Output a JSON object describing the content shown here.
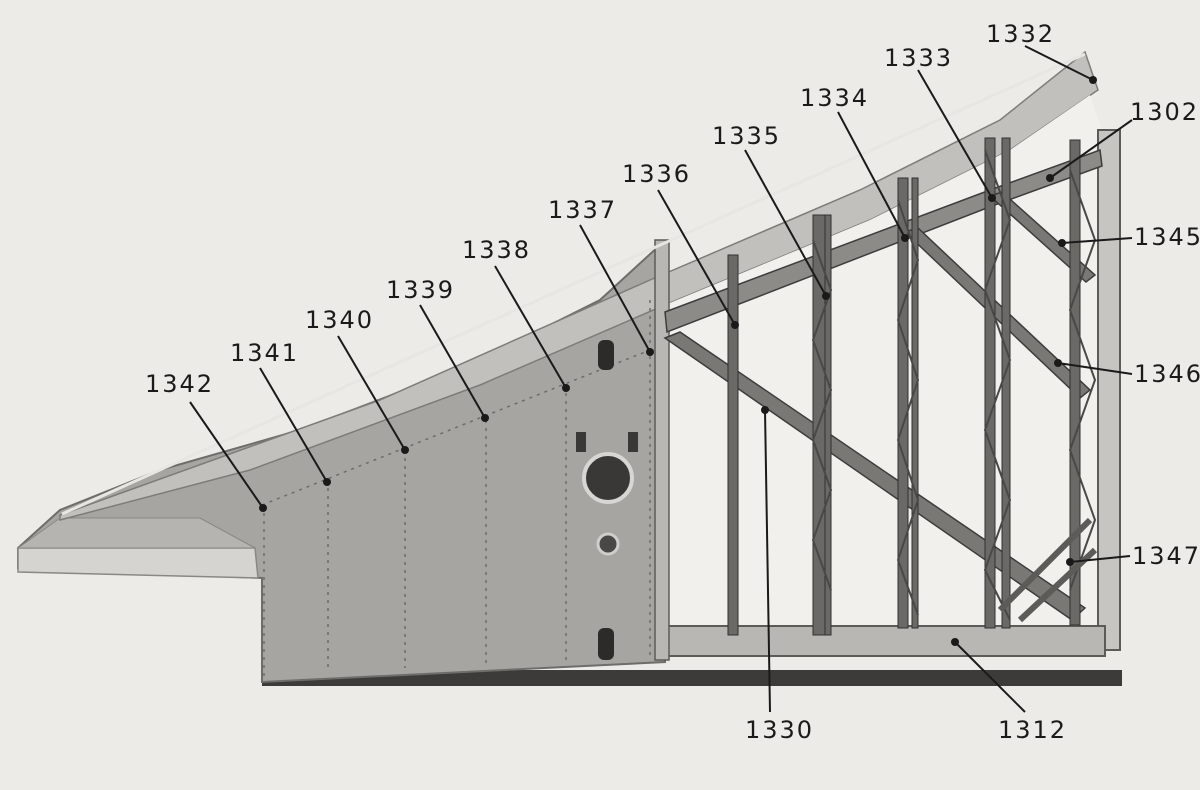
{
  "figure": {
    "subject": "aircraft wing panel, partly skinned, with internal frame",
    "colors": {
      "background": "#ecebe8",
      "skin": "#a7a5a2",
      "skin_dark": "#7e7c79",
      "frame": "#5d5b58",
      "leading_edge": "#c2c0bc",
      "ink": "#1a1a1a"
    }
  },
  "callouts": [
    {
      "id": "1332",
      "text": "1332"
    },
    {
      "id": "1333",
      "text": "1333"
    },
    {
      "id": "1334",
      "text": "1334"
    },
    {
      "id": "1302",
      "text": "1302"
    },
    {
      "id": "1335",
      "text": "1335"
    },
    {
      "id": "1336",
      "text": "1336"
    },
    {
      "id": "1345",
      "text": "1345"
    },
    {
      "id": "1337",
      "text": "1337"
    },
    {
      "id": "1338",
      "text": "1338"
    },
    {
      "id": "1339",
      "text": "1339"
    },
    {
      "id": "1340",
      "text": "1340"
    },
    {
      "id": "1341",
      "text": "1341"
    },
    {
      "id": "1342",
      "text": "1342"
    },
    {
      "id": "1346",
      "text": "1346"
    },
    {
      "id": "1347",
      "text": "1347"
    },
    {
      "id": "1330",
      "text": "1330"
    },
    {
      "id": "1312",
      "text": "1312"
    }
  ]
}
